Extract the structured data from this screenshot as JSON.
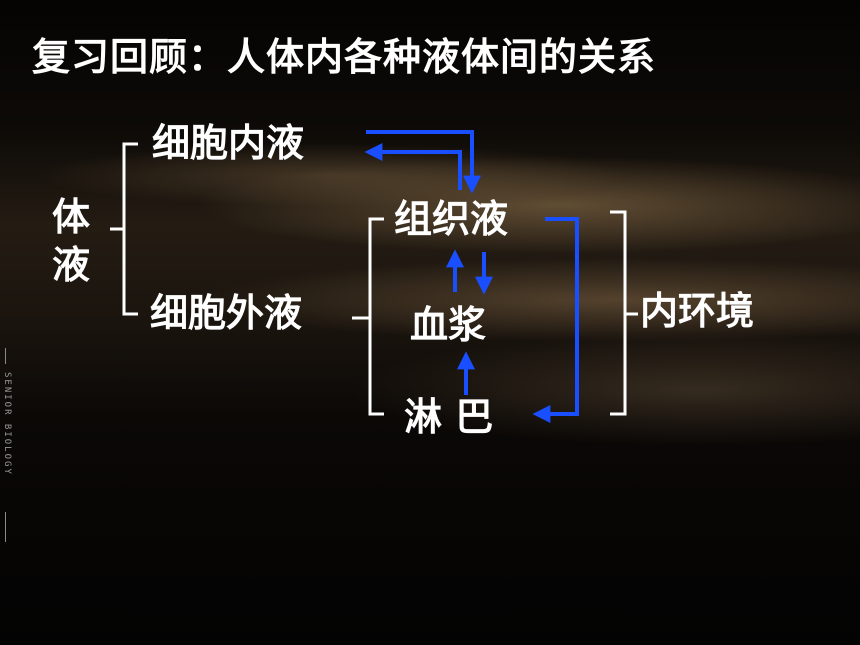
{
  "title": "复习回顾：人体内各种液体间的关系",
  "labels": {
    "body_fluid": "体液",
    "intracellular": "细胞内液",
    "extracellular": "细胞外液",
    "tissue_fluid": "组织液",
    "plasma": "血浆",
    "lymph": "淋 巴",
    "internal_env": "内环境"
  },
  "side_text": "SENIOR BIOLOGY",
  "colors": {
    "arrow": "#1a4fff",
    "bracket": "#ffffff",
    "text": "#ffffff"
  }
}
